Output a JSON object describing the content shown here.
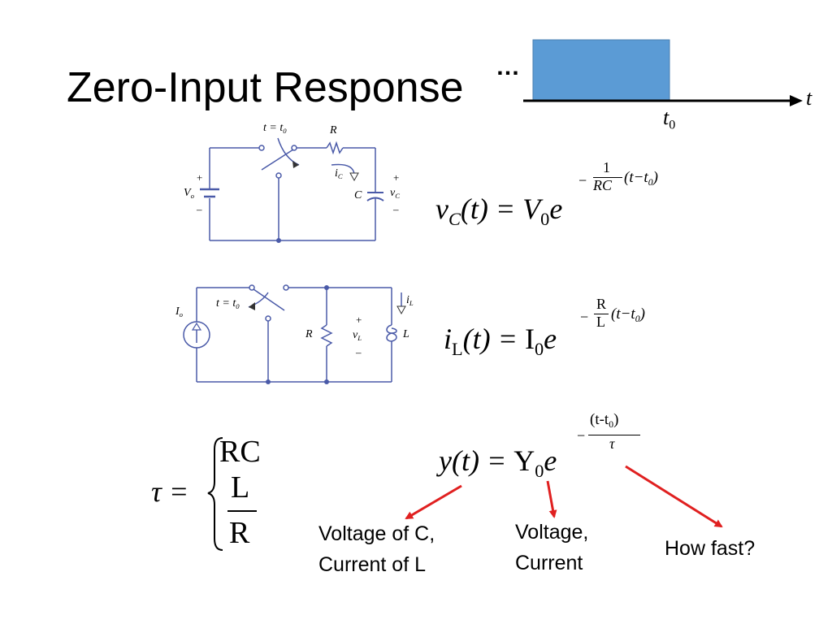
{
  "slide": {
    "title": "Zero-Input Response",
    "pulse": {
      "ellipsis": "…",
      "axis_label": "t",
      "t0_label": "t",
      "t0_sub": "0",
      "pulse_color": "#5b9bd5",
      "pulse_border": "#4a7fb0"
    },
    "rc_circuit": {
      "switch_label": "t = t",
      "switch_sub": "0",
      "r_label": "R",
      "c_label": "C",
      "ic_label": "i",
      "ic_sub": "C",
      "vo_label": "V",
      "vo_sub": "o",
      "vc_label": "v",
      "vc_sub": "C",
      "plus": "+",
      "minus": "–",
      "wire_color": "#4a5aa8"
    },
    "rl_circuit": {
      "switch_label": "t = t",
      "switch_sub": "0",
      "io_label": "I",
      "io_sub": "o",
      "r_label": "R",
      "l_label": "L",
      "vl_label": "v",
      "vl_sub": "L",
      "il_label": "i",
      "il_sub": "L",
      "plus": "+",
      "minus": "–"
    },
    "eq_vc": {
      "lhs_v": "v",
      "lhs_sub": "C",
      "lhs_arg": "(t) = ",
      "rhs_V": "V",
      "rhs_sub": "0",
      "rhs_e": "e",
      "exp_minus": "−",
      "exp_num": "1",
      "exp_den": "RC",
      "exp_paren": "(t−t",
      "exp_paren_sub": "0",
      "exp_paren_close": ")"
    },
    "eq_il": {
      "lhs_i": "i",
      "lhs_sub": "L",
      "lhs_arg": "(t) = ",
      "rhs_I": "I",
      "rhs_sub": "0",
      "rhs_e": "e",
      "exp_minus": "−",
      "exp_num": "R",
      "exp_den": "L",
      "exp_paren": "(t−t",
      "exp_paren_sub": "0",
      "exp_paren_close": ")"
    },
    "eq_tau": {
      "lhs": "τ =",
      "case1": "RC",
      "case2_num": "L",
      "case2_den": "R"
    },
    "eq_y": {
      "lhs": "y(t) = ",
      "rhs_Y": "Y",
      "rhs_sub": "0",
      "rhs_e": "e",
      "exp_minus": "−",
      "exp_num": "(t-t",
      "exp_num_sub": "0",
      "exp_num_close": ")",
      "exp_den": "τ"
    },
    "annotations": {
      "left": [
        "Voltage of C,",
        "Current of L"
      ],
      "middle": [
        "Voltage,",
        "Current"
      ],
      "right": "How fast?",
      "arrow_color": "#e02020"
    }
  }
}
